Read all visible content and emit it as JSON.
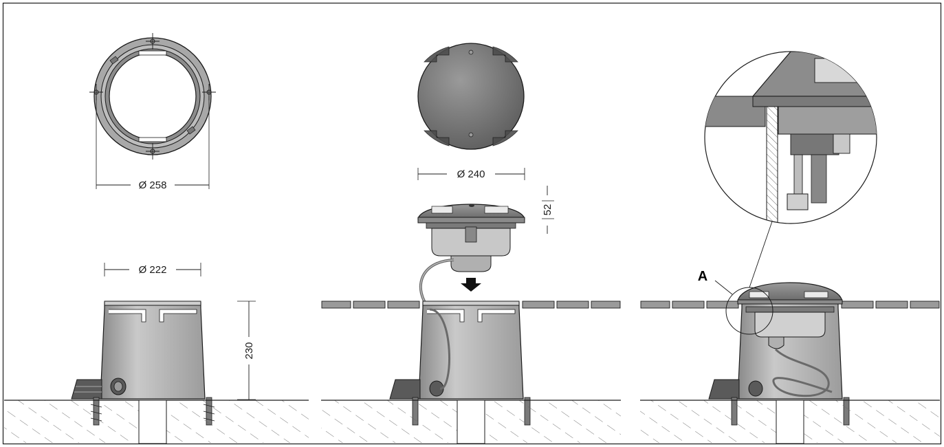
{
  "dimensions": {
    "ring_outer_diameter": "Ø 258",
    "housing_diameter": "Ø 222",
    "housing_height": "230",
    "fixture_diameter": "Ø 240",
    "fixture_height": "52"
  },
  "detail_label": "A",
  "colors": {
    "line": "#1a1a1a",
    "metal": "#a8a8a8",
    "metal_dark": "#6e6e6e",
    "metal_light": "#d6d6d6",
    "ground_hatch": "#555555"
  }
}
